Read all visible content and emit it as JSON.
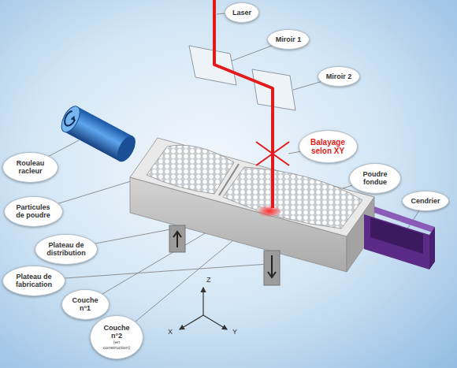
{
  "diagram": {
    "nodes": [
      {
        "text": [
          "Laser"
        ]
      },
      {
        "text": [
          "Miroir 1"
        ]
      },
      {
        "text": [
          "Miroir 2"
        ]
      },
      {
        "text": [
          "Balayage selon XY"
        ]
      },
      {
        "text": [
          "Rouleau racleur"
        ]
      },
      {
        "text": [
          "Poudre fondue"
        ]
      },
      {
        "text": [
          "Cendrier"
        ]
      },
      {
        "text": [
          "Particules de poudre"
        ]
      },
      {
        "text": [
          "Plateau de distribution"
        ]
      },
      {
        "text": [
          "Plateau de fabrication"
        ]
      },
      {
        "text": [
          "Couche n°1"
        ]
      },
      {
        "text": [
          "Couche n°2",
          "(en construction)"
        ]
      }
    ],
    "labels": [
      "Z",
      "X",
      "Y"
    ]
  }
}
